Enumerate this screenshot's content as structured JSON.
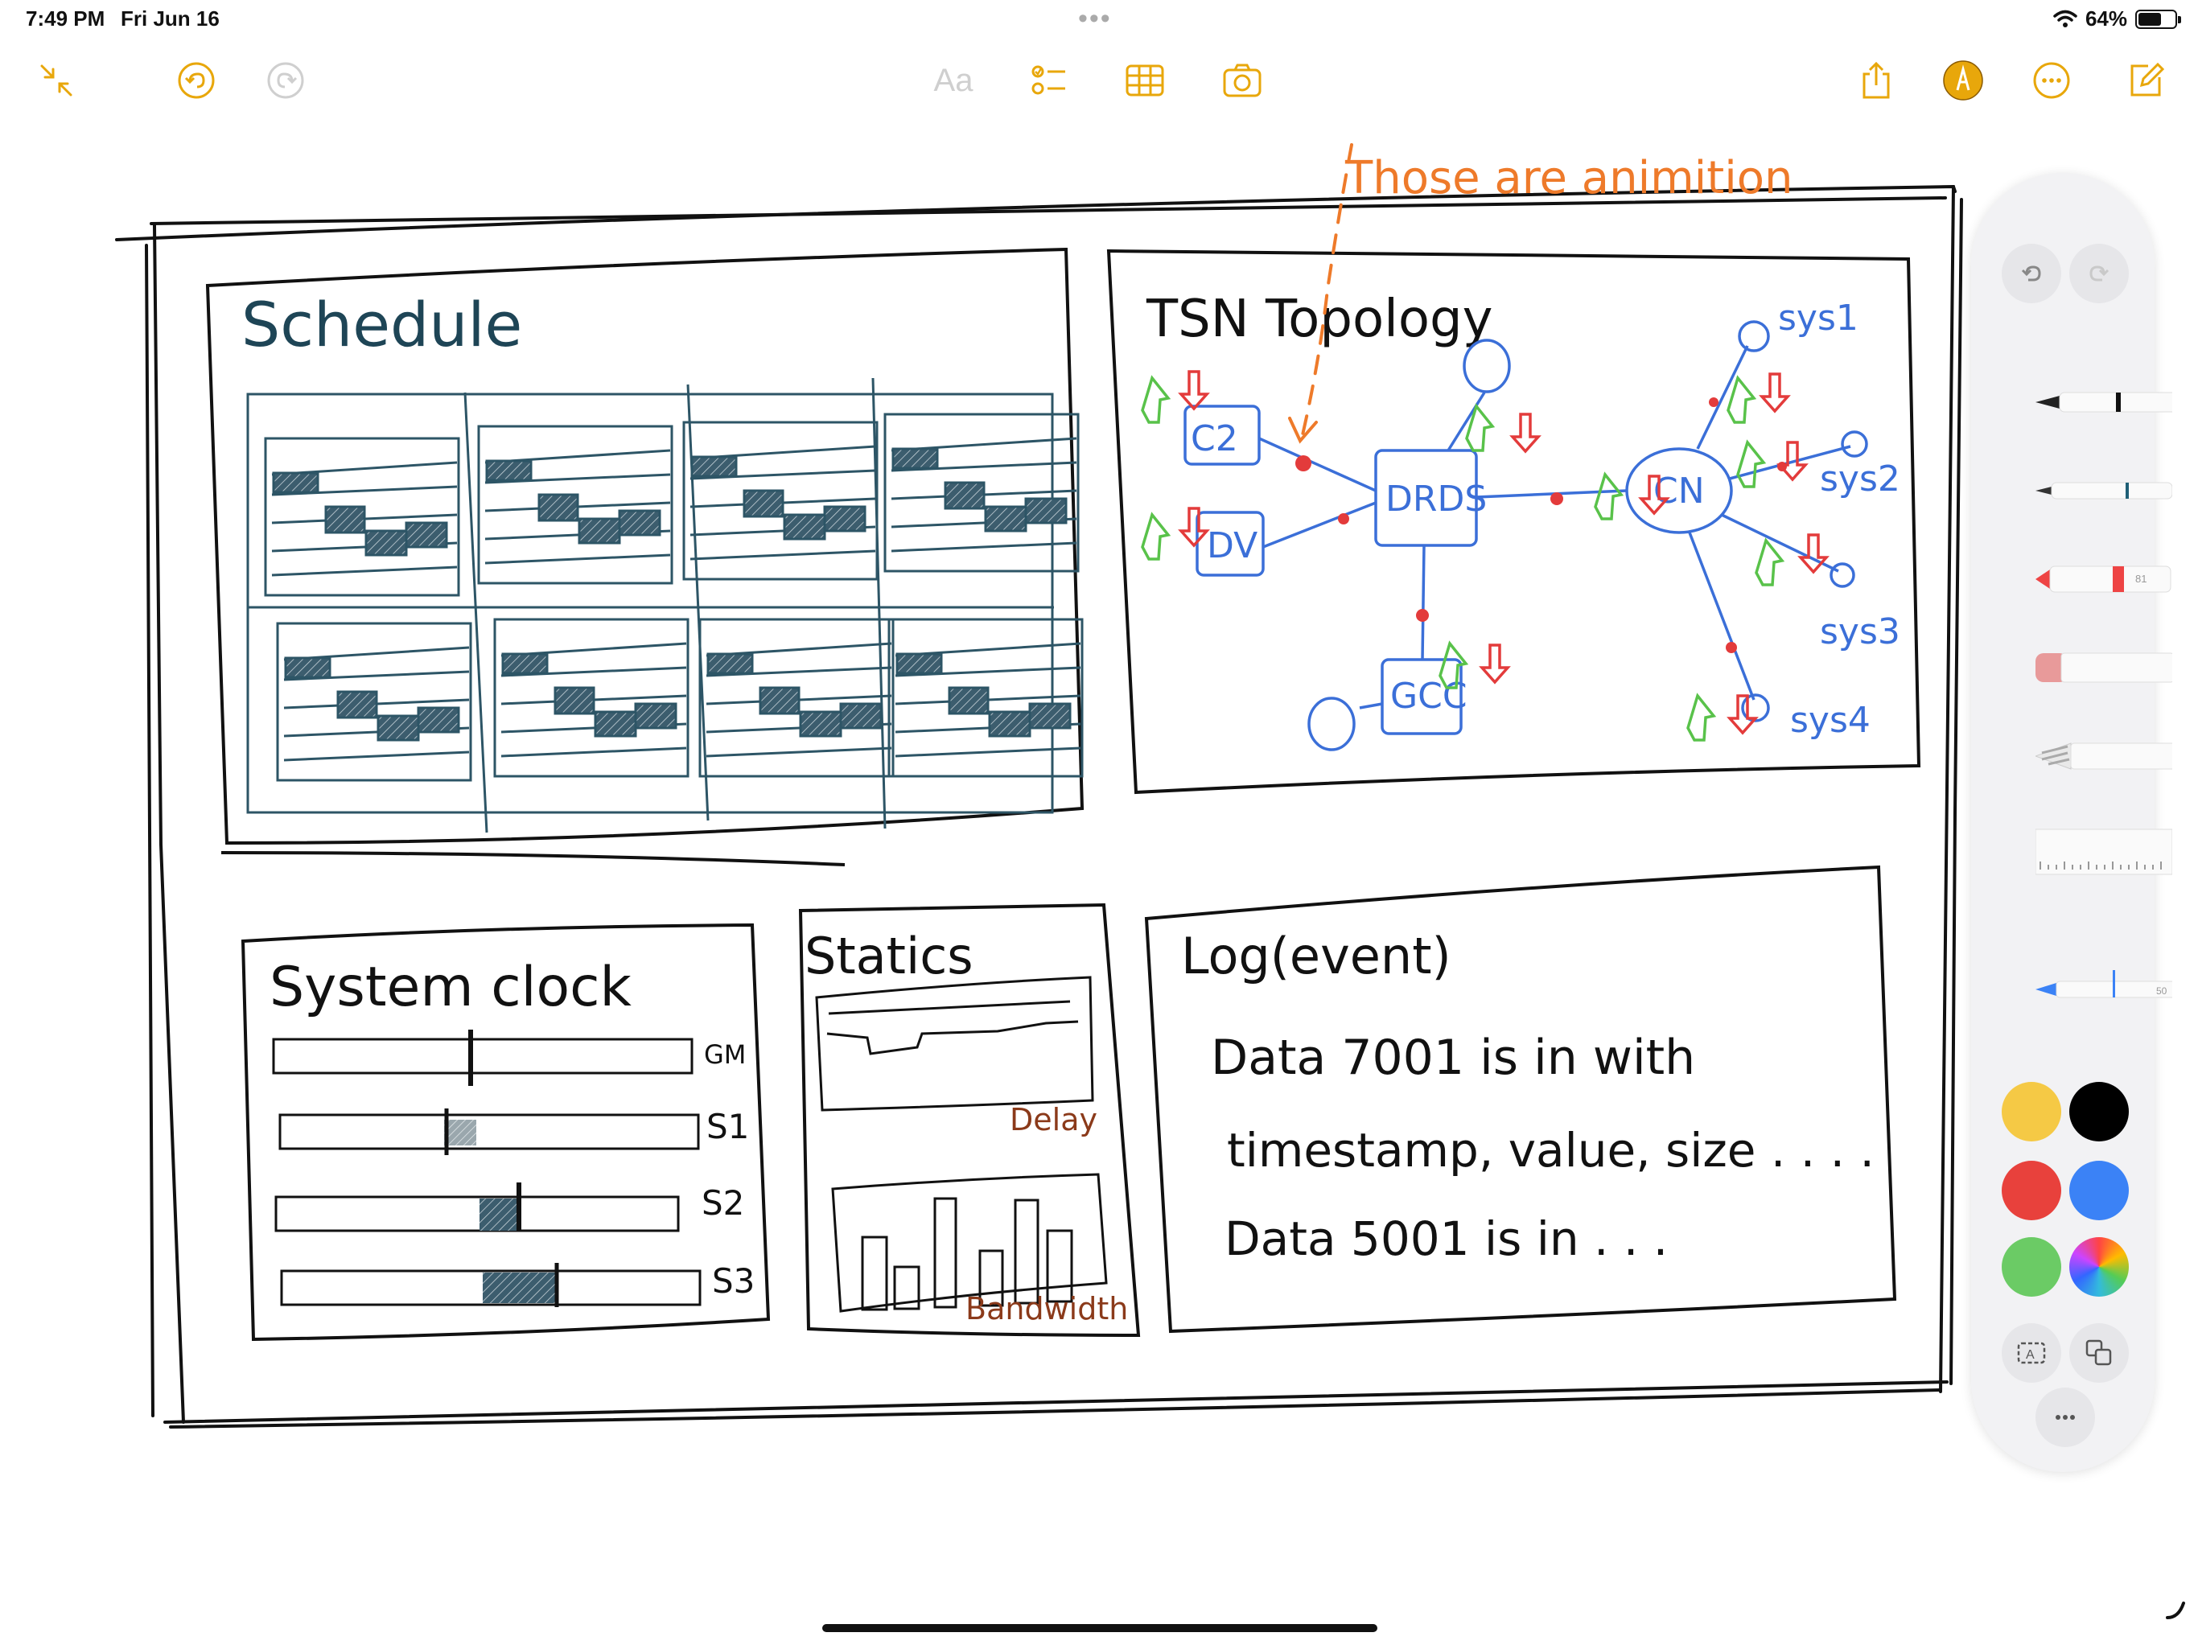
{
  "status_bar": {
    "time": "7:49 PM",
    "date": "Fri Jun 16",
    "battery_percent_text": "64%",
    "battery_level": 0.64
  },
  "toolbar": {
    "format_label": "Aa",
    "accent_color": "#E8A70B",
    "disabled_color": "#cfcfcf"
  },
  "sketch": {
    "annotation": "Those are animition",
    "schedule_title": "Schedule",
    "topology": {
      "title": "TSN Topology",
      "nodes": [
        "C2",
        "DV",
        "DRDS",
        "GCC",
        "CN",
        "sys1",
        "sys2",
        "sys3",
        "sys4"
      ]
    },
    "system_clock": {
      "title": "System clock",
      "rows": [
        "GM",
        "S1",
        "S2",
        "S3"
      ]
    },
    "statics": {
      "title": "Statics",
      "delay_label": "Delay",
      "bandwidth_label": "Bandwidth"
    },
    "log": {
      "title": "Log(event)",
      "lines": [
        "Data 7001 is in with",
        "timestamp, value, size . . . .",
        "Data 5001 is in . . ."
      ]
    }
  },
  "palette": {
    "colors": [
      "#F5C945",
      "#000000",
      "#E8413C",
      "#3B82F6",
      "#6BCB65",
      "color-wheel"
    ],
    "tools": [
      "pen",
      "fineliner",
      "marker",
      "eraser",
      "lasso",
      "ruler",
      "pencil"
    ],
    "pencil_width_label": "50",
    "marker_label": "81"
  }
}
